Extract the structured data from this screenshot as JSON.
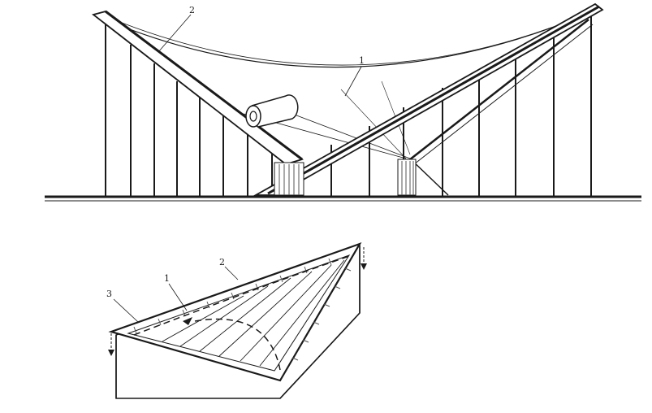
{
  "top_figure": {
    "callouts": [
      {
        "id": "membrane",
        "label": "1"
      },
      {
        "id": "support-beam",
        "label": "2"
      }
    ]
  },
  "bottom_figure": {
    "callouts": [
      {
        "id": "membrane",
        "label": "1"
      },
      {
        "id": "edge-frame",
        "label": "2"
      },
      {
        "id": "edge-rim",
        "label": "3"
      }
    ]
  },
  "colors": {
    "ink": "#1a1a1a",
    "shade": "#555555",
    "paper": "#ffffff"
  }
}
